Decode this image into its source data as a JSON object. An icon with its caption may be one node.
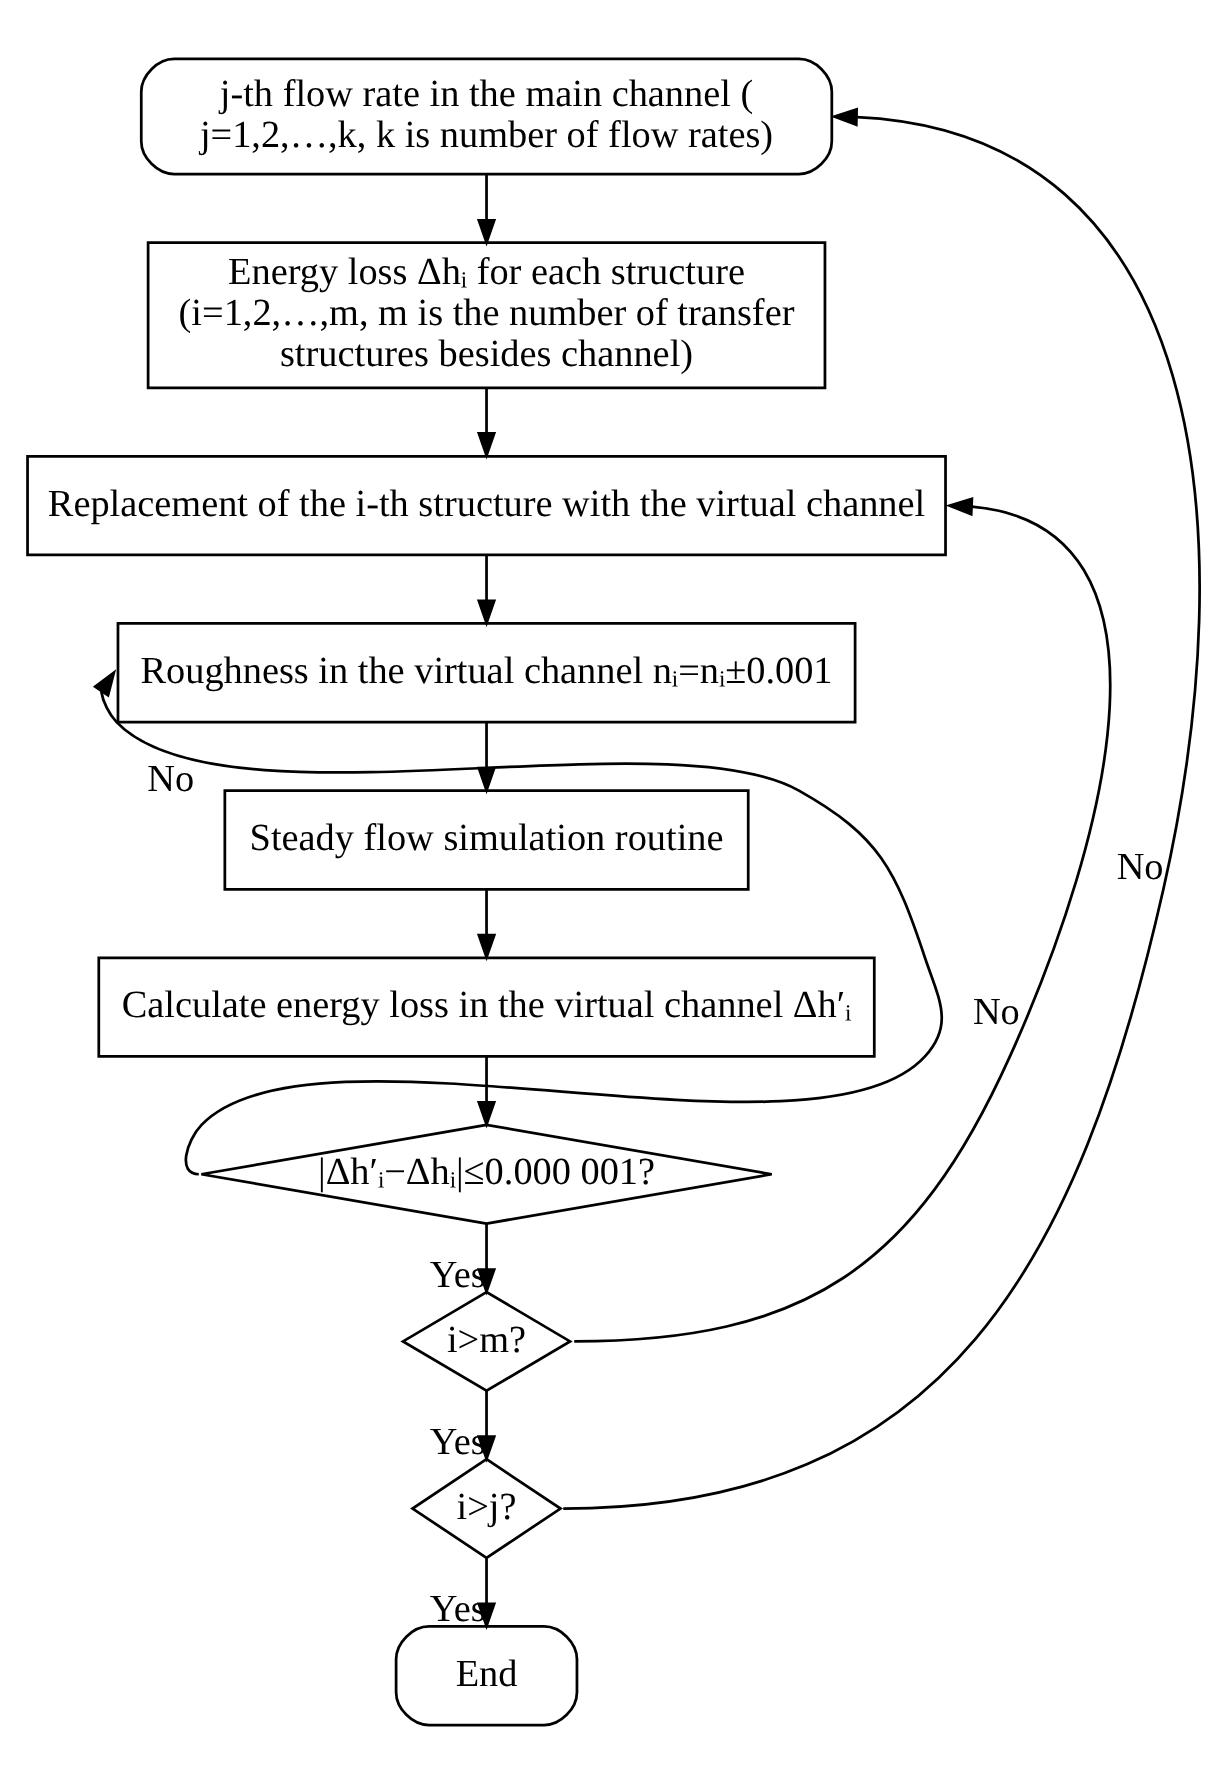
{
  "diagram": {
    "nodes": [
      {
        "text": [
          "j-th flow rate in the main channel ( j=1,2,…,k, k is number of flow rates)"
        ]
      },
      {
        "text": [
          "Energy loss Δhᵢ for each structure (i=1,2,…,m, m is the number of transfer structures besides channel)"
        ]
      },
      {
        "text": [
          "Replacement of the i-th structure with the virtual channel"
        ]
      },
      {
        "text": [
          "Roughness in the virtual channel nᵢ=nᵢ±0.001"
        ]
      },
      {
        "text": [
          "Steady flow simulation routine"
        ]
      },
      {
        "text": [
          "Calculate energy loss in the virtual channel Δh′ᵢ"
        ]
      },
      {
        "text": [
          "|Δh′ᵢ−Δhᵢ|≤0.000 001?"
        ]
      },
      {
        "text": [
          "i>m?"
        ]
      },
      {
        "text": [
          "i>j?"
        ]
      },
      {
        "text": [
          "End"
        ]
      }
    ],
    "edges": [
      {
        "from": 0,
        "to": 1,
        "arrow": "to"
      },
      {
        "from": 1,
        "to": 2,
        "arrow": "to"
      },
      {
        "from": 2,
        "to": 3,
        "arrow": "to"
      },
      {
        "from": 3,
        "to": 4,
        "arrow": "to"
      },
      {
        "from": 4,
        "to": 5,
        "arrow": "to"
      },
      {
        "from": 5,
        "to": 6,
        "arrow": "to"
      },
      {
        "from": 6,
        "to": 3,
        "label": "No",
        "arrow": "to"
      },
      {
        "from": 6,
        "to": 7,
        "label": "Yes",
        "arrow": "to"
      },
      {
        "from": 7,
        "to": 2,
        "label": "No",
        "arrow": "to"
      },
      {
        "from": 7,
        "to": 8,
        "label": "Yes",
        "arrow": "to"
      },
      {
        "from": 8,
        "to": 0,
        "label": "No",
        "arrow": "to"
      },
      {
        "from": 8,
        "to": 9,
        "label": "Yes",
        "arrow": "to"
      }
    ]
  }
}
